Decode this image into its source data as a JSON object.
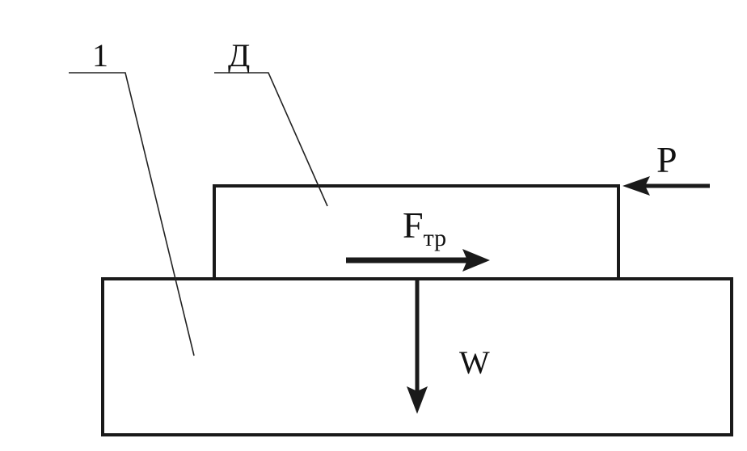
{
  "diagram": {
    "labels": {
      "base_number": "1",
      "block_letter": "Д",
      "force_p": "P",
      "friction_main": "F",
      "friction_sub": "тр",
      "weight": "W"
    },
    "colors": {
      "stroke": "#1a1a1a",
      "background": "#ffffff"
    }
  }
}
